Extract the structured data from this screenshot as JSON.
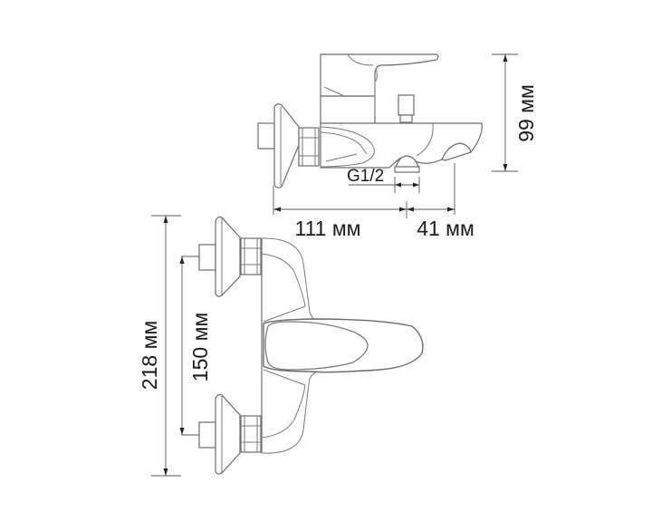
{
  "diagram": {
    "subject": "Wall-mounted bath mixer faucet technical drawing",
    "colors": {
      "background": "#ffffff",
      "outline": "#6b6b6b",
      "dimension_line": "#555555",
      "text": "#1a1a1a"
    },
    "side_view": {
      "label": "side-view",
      "dimensions": {
        "height": "99 мм",
        "wall_to_outlet": "111 мм",
        "outlet_to_spout": "41 мм",
        "thread": "G1/2"
      }
    },
    "top_view": {
      "label": "top-view",
      "dimensions": {
        "overall_length": "218 мм",
        "inlet_spacing": "150 мм"
      }
    }
  }
}
